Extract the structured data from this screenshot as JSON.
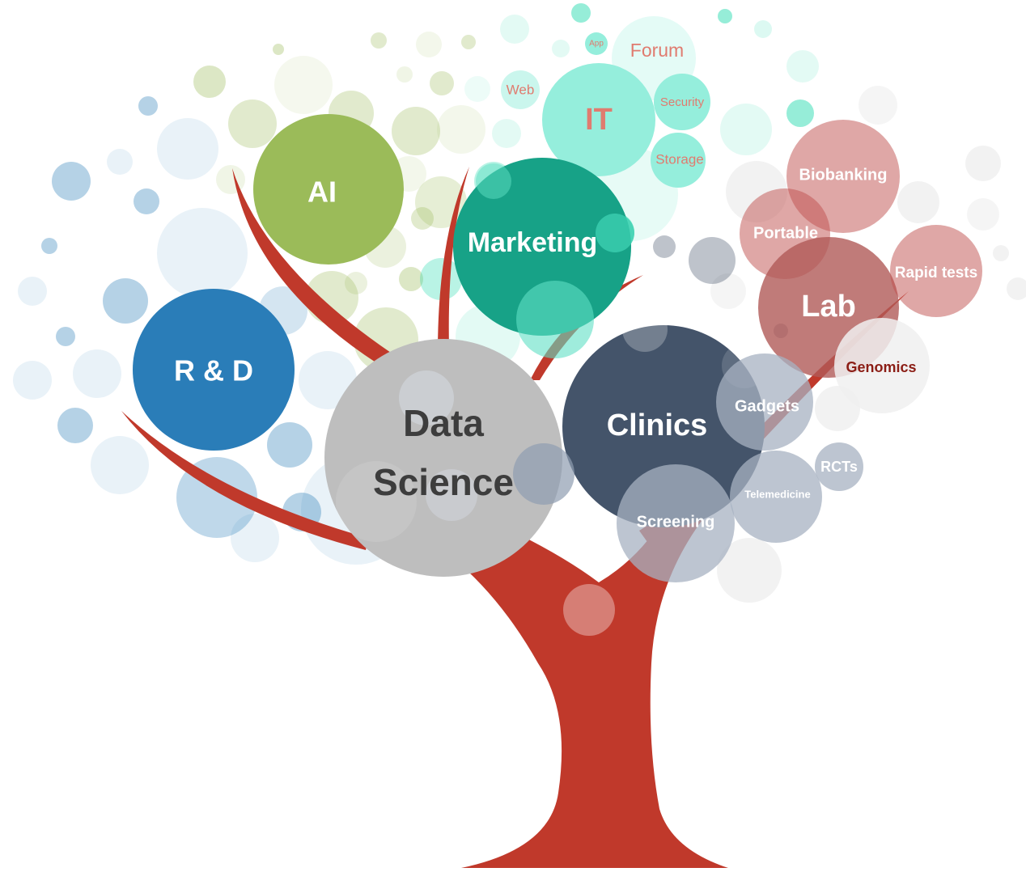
{
  "colors": {
    "trunk": "#c0392b",
    "rnd": "#2a7db8",
    "ai": "#9bbb59",
    "marketing": "#17a287",
    "it": "#95eedc",
    "it_text": "#e07b6f",
    "data_science": "#bebebe",
    "data_science_text": "#3d3d3d",
    "clinics": "#44546a",
    "clinics_small": "#a7b2c2",
    "lab": "#c0504d",
    "lab_small": "#e6948e",
    "genomics_text": "#8b1d15"
  },
  "nodes": {
    "rnd": "R & D",
    "ai": "AI",
    "marketing": "Marketing",
    "it": "IT",
    "app": "App",
    "forum": "Forum",
    "web": "Web",
    "security": "Security",
    "storage": "Storage",
    "data_science_line1": "Data",
    "data_science_line2": "Science",
    "clinics": "Clinics",
    "gadgets": "Gadgets",
    "rcts": "RCTs",
    "telemedicine": "Telemedicine",
    "screening": "Screening",
    "lab": "Lab",
    "biobanking": "Biobanking",
    "portable": "Portable",
    "rapid_tests": "Rapid tests",
    "genomics": "Genomics"
  }
}
